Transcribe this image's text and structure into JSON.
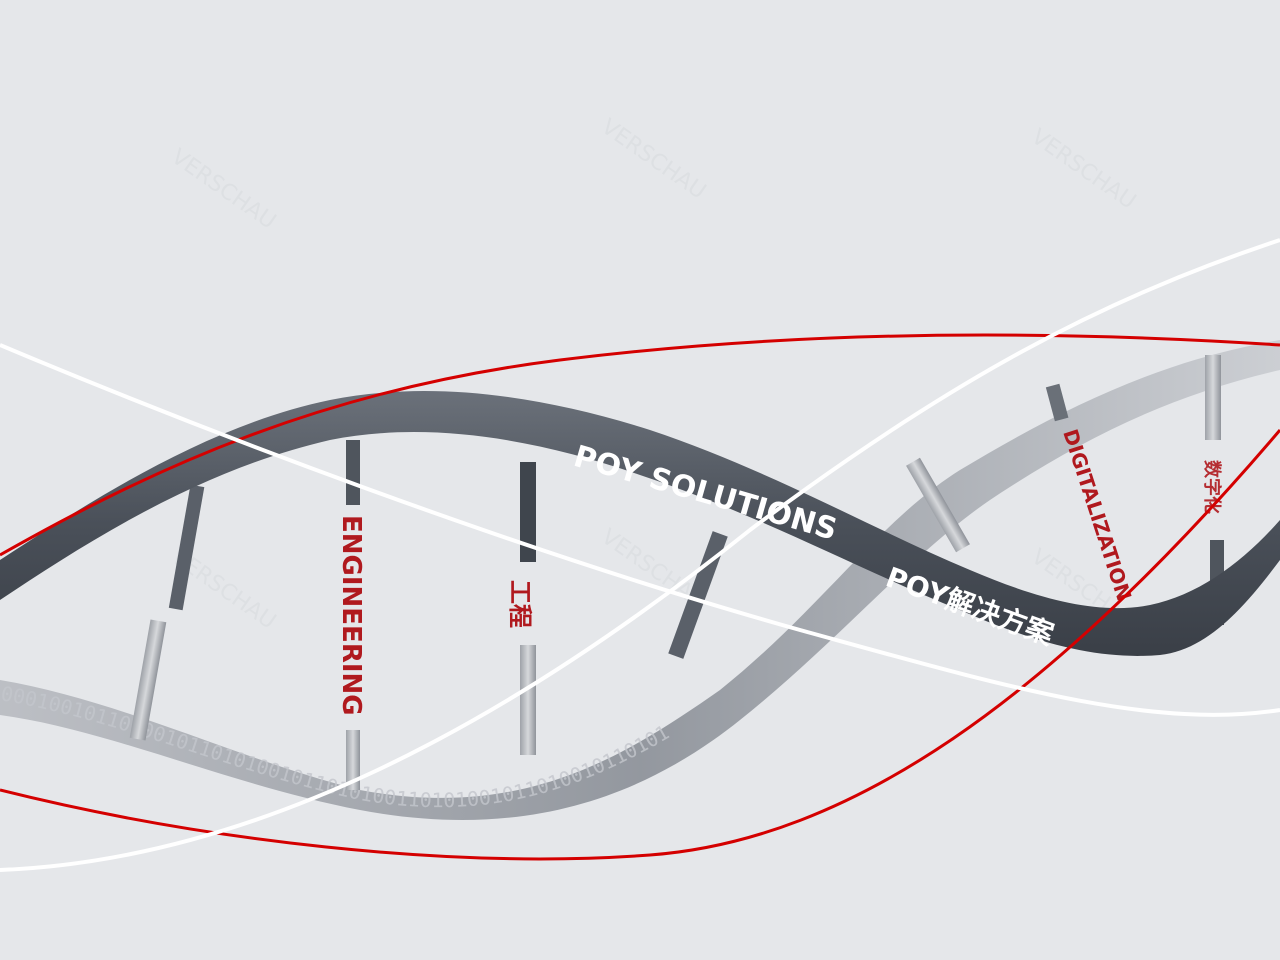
{
  "scene": {
    "description_colors": {
      "background": "#e5e7ea",
      "ribbon": "#555c66",
      "ribbon_dark": "#3c424b",
      "ribbon_back": "#8a8f97",
      "rung": "#b9bcc1",
      "rung_dark": "#4f555d",
      "red_line": "#d40000",
      "white_line": "#ffffff",
      "label_red": "#b0191e"
    },
    "ribbon_texts": {
      "solutions": "POY SOLUTIONS",
      "solutions_cn": "POY解决方案"
    },
    "rung_labels": {
      "engineering": "ENGINEERING",
      "engineering_cn": "工程",
      "digitalization": "DIGITALIZATION",
      "digitalization_cn": "数字化"
    },
    "binary_strip": "0001001011010010110101001011010100110101001011010010110101",
    "watermark": "VERSCHAU"
  }
}
